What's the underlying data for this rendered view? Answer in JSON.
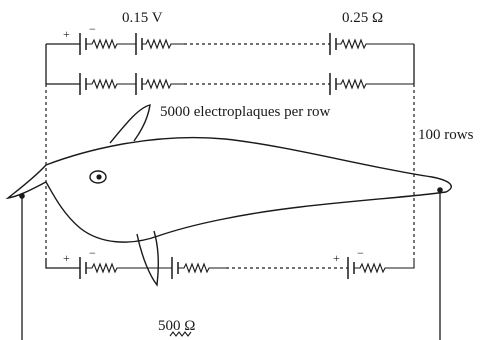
{
  "labels": {
    "cell_voltage": "0.15 V",
    "internal_resistance": "0.25 Ω",
    "per_row": "5000 electroplaques per row",
    "rows": "100 rows",
    "load_resistance": "500 Ω",
    "plus": "+",
    "minus": "−"
  },
  "colors": {
    "ink": "#1a1a1a",
    "background": "#ffffff"
  }
}
